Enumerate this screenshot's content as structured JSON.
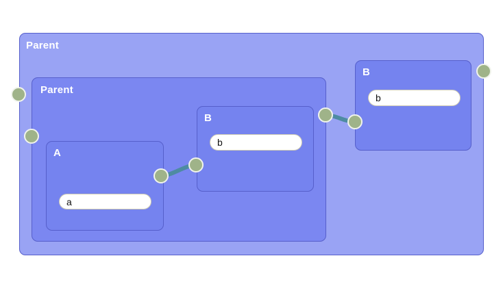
{
  "nodes": {
    "parent_outer": {
      "label": "Parent"
    },
    "parent_inner": {
      "label": "Parent"
    },
    "a": {
      "label": "A",
      "field": "a"
    },
    "b_inner": {
      "label": "B",
      "field": "b"
    },
    "b_outer": {
      "label": "B",
      "field": "b"
    }
  },
  "edges": [
    {
      "from": "node-a",
      "to": "node-b-inner"
    },
    {
      "from": "node-parent-inner",
      "to": "node-b-outer"
    }
  ],
  "ports": [
    {
      "attached_to": "node-parent-outer",
      "side": "left"
    },
    {
      "attached_to": "node-parent-inner",
      "side": "left"
    },
    {
      "attached_to": "node-a",
      "side": "right"
    },
    {
      "attached_to": "node-b-inner",
      "side": "left"
    },
    {
      "attached_to": "node-parent-inner",
      "side": "right"
    },
    {
      "attached_to": "node-b-outer",
      "side": "left"
    },
    {
      "attached_to": "node-parent-outer",
      "side": "right"
    }
  ],
  "colors": {
    "outer_fill": "#99a3f4",
    "inner_fill": "#7b87f1",
    "leaf_fill": "#7583ef",
    "node_border": "#565fcb",
    "label_color": "#ffffff",
    "pill_fill": "#ffffff",
    "pill_border": "#cdc9b3",
    "pill_text": "#111111",
    "port_fill": "#9fb389",
    "port_border": "#f1f4ec",
    "edge_color": "#4e8ba2"
  }
}
